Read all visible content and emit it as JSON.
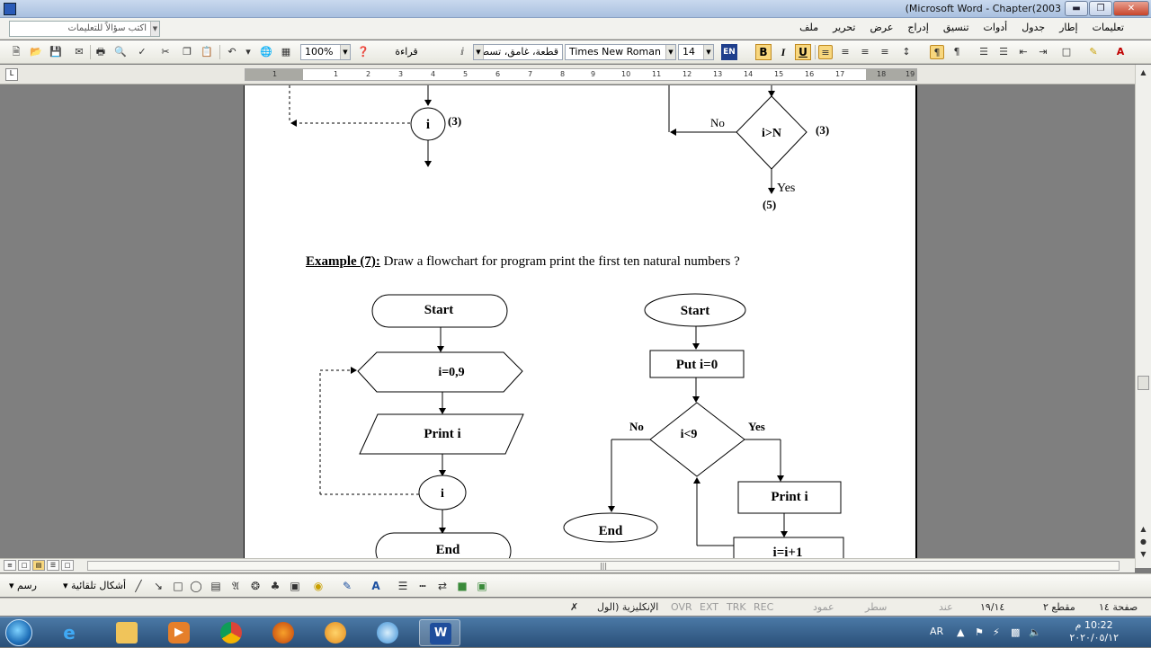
{
  "window": {
    "title": "(Microsoft Word - Chapter(2003"
  },
  "menu": {
    "items": [
      "ملف",
      "تحرير",
      "عرض",
      "إدراج",
      "تنسيق",
      "أدوات",
      "جدول",
      "إطار",
      "تعليمات"
    ],
    "help_placeholder": "اكتب سؤالاً للتعليمات"
  },
  "toolbar": {
    "zoom": "100%",
    "read_label": "قراءة",
    "style": "قطعة، غامق، تسطير",
    "font": "Times New Roman",
    "size": "14",
    "lang_badge": "EN",
    "bold": "B",
    "italic": "I",
    "underline": "U"
  },
  "ruler": {
    "labels": [
      "19",
      "18",
      "17",
      "16",
      "15",
      "14",
      "13",
      "12",
      "11",
      "10",
      "9",
      "8",
      "7",
      "6",
      "5",
      "4",
      "3",
      "2",
      "1",
      "1"
    ]
  },
  "document": {
    "top_left_flow": {
      "circle": "i",
      "step": "(3)"
    },
    "top_right_flow": {
      "decision": "i>N",
      "no": "No",
      "yes": "Yes",
      "step": "(3)",
      "next_step": "(5)"
    },
    "example_label": "Example (7):",
    "example_text": " Draw a flowchart for program print the first ten natural numbers ?",
    "left_flow": {
      "start": "Start",
      "loop": "i=0,9",
      "print": "Print   i",
      "counter": "i",
      "end": "End"
    },
    "right_flow": {
      "start": "Start",
      "init": "Put i=0",
      "decision": "i<9",
      "no": "No",
      "yes": "Yes",
      "print": "Print i",
      "inc": "i=i+1",
      "end": "End"
    }
  },
  "drawbar": {
    "draw": "رسم",
    "autoshapes": "أشكال تلقائية"
  },
  "status": {
    "page": "صفحة ١٤",
    "section": "مقطع ٢",
    "pages": "١٩/١٤",
    "at": "عند",
    "line": "سطر",
    "col": "عمود",
    "rec": "REC",
    "trk": "TRK",
    "ext": "EXT",
    "ovr": "OVR",
    "language": "الإنكليزية (الول"
  },
  "taskbar": {
    "lang": "AR",
    "time": "10:22 م",
    "date": "٢٠٢٠/٠٥/١٢"
  }
}
